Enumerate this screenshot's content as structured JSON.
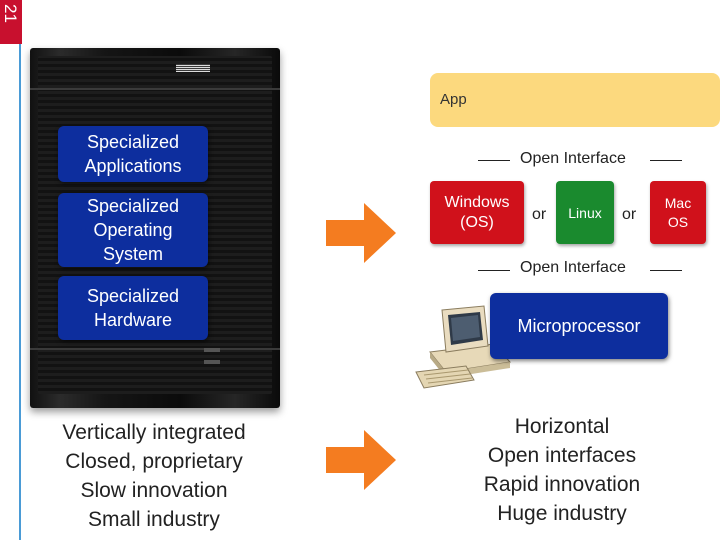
{
  "slide": {
    "number": "21"
  },
  "left": {
    "layers": [
      "Specialized Applications",
      "Specialized Operating System",
      "Specialized Hardware"
    ],
    "caption": [
      "Vertically integrated",
      "Closed, proprietary",
      "Slow innovation",
      "Small industry"
    ]
  },
  "right": {
    "app_label": "App",
    "interface_top": "Open Interface",
    "os_options": [
      {
        "label_line1": "Windows",
        "label_line2": "(OS)",
        "color": "#d0111b"
      },
      {
        "label_line1": "Linux",
        "label_line2": "",
        "color": "#1a8a2e"
      },
      {
        "label_line1": "Mac",
        "label_line2": "OS",
        "color": "#d0111b"
      }
    ],
    "or_word": "or",
    "interface_bottom": "Open Interface",
    "processor_label": "Microprocessor",
    "caption": [
      "Horizontal",
      "Open interfaces",
      "Rapid innovation",
      "Huge industry"
    ]
  },
  "colors": {
    "accent_blue": "#0d2e9e",
    "arrow_orange": "#f47c20",
    "app_yellow": "#fcd97e",
    "slide_red": "#c8102e"
  },
  "icons": {
    "arrow": "right-arrow-icon",
    "computer": "desktop-computer-icon",
    "mainframe": "mainframe-server-icon"
  }
}
